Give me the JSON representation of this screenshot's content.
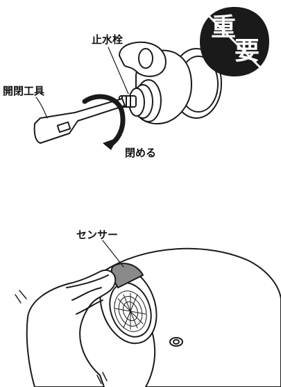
{
  "labels": {
    "valve": "止水栓",
    "tool": "開閉工具",
    "close": "閉める",
    "sensor": "センサー"
  },
  "badge": {
    "char1": "重",
    "char2": "要",
    "color": "#1a1a1a"
  },
  "colors": {
    "line": "#1a1a1a",
    "sensor_fill": "#8a8a8a"
  }
}
